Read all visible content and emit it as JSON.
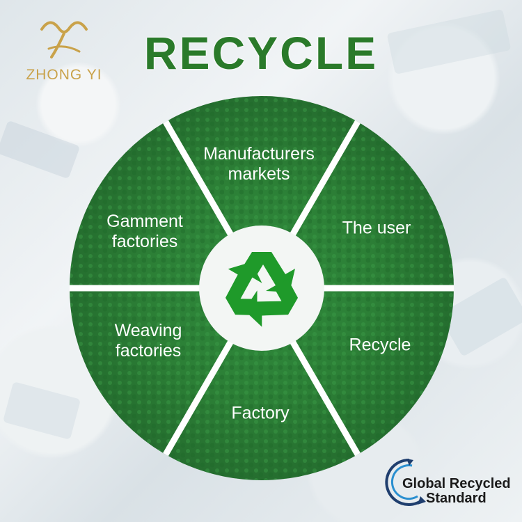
{
  "brand": {
    "name": "ZHONG YI",
    "color": "#c9a24a"
  },
  "title": "RECYCLE",
  "colors": {
    "title": "#2a7a2a",
    "wheel": "#2f8b3a",
    "divider": "#ffffff",
    "icon": "#1f9a2a"
  },
  "center_icon": "recycle-icon",
  "segments": [
    {
      "label": "Manufacturers\nmarkets"
    },
    {
      "label": "The user"
    },
    {
      "label": "Recycle"
    },
    {
      "label": "Factory"
    },
    {
      "label": "Weaving\nfactories"
    },
    {
      "label": "Gamment\nfactories"
    }
  ],
  "certification": {
    "line1": "Global Recycled",
    "line2": "Standard"
  }
}
